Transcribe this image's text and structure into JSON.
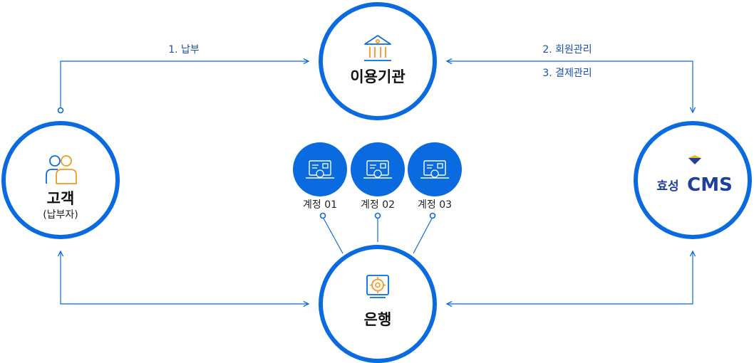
{
  "nodes": {
    "institution": {
      "label": "이용기관",
      "icon": "bank-icon"
    },
    "customer": {
      "label": "고객",
      "sublabel": "(납부자)",
      "icon": "customers-icon"
    },
    "bank": {
      "label": "은행",
      "icon": "safe-icon"
    },
    "cms": {
      "brand_korean": "효성",
      "brand_latin": "CMS",
      "icon": "hyosung-cms-logo"
    }
  },
  "flows": {
    "payment": "1. 납부",
    "member_management": "2. 회원관리",
    "settlement_management": "3. 결제관리"
  },
  "accounts": [
    {
      "label": "계정 01",
      "icon": "account-card-icon"
    },
    {
      "label": "계정 02",
      "icon": "account-card-icon"
    },
    {
      "label": "계정 03",
      "icon": "account-card-icon"
    }
  ],
  "colors": {
    "primary": "#0a6be0",
    "accent_orange": "#f39a1f",
    "brand_navy": "#1f3f9a",
    "brand_gold": "#f2b61c"
  }
}
